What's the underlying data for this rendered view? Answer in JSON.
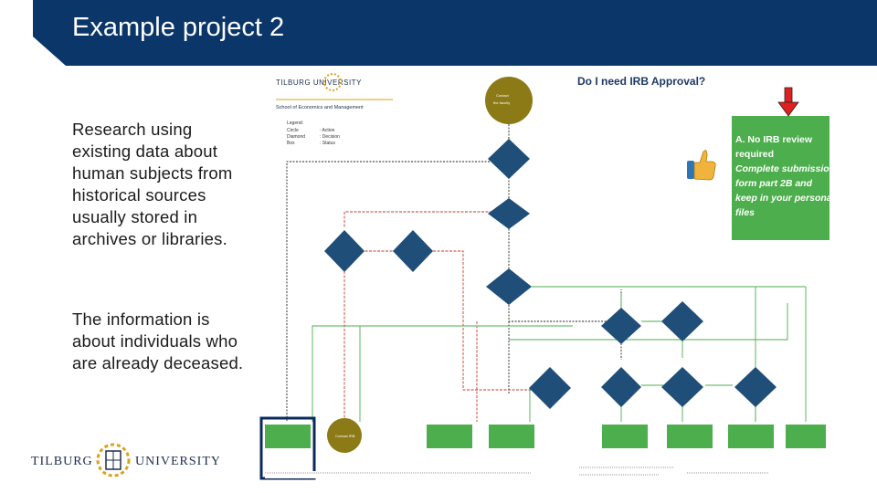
{
  "slide": {
    "title": "Example project 2",
    "paragraph1": "Research using existing data about human subjects from historical sources usually stored in archives or libraries.",
    "paragraph2": "The information is about individuals who are already deceased."
  },
  "logo": {
    "left_word": "TILBURG",
    "right_word": "UNIVERSITY"
  },
  "flowchart": {
    "title": "Do I need IRB Approval?",
    "school": "School of Economics and Management",
    "logo_text": "TILBURG UNIVERSITY",
    "legend": {
      "heading": "Legend:",
      "rows": [
        {
          "shape": "Circle",
          "meaning": ": Action"
        },
        {
          "shape": "Diamond",
          "meaning": ": Decision"
        },
        {
          "shape": "Box",
          "meaning": ": Status"
        }
      ]
    },
    "green_box": {
      "line1": "A. No IRB review",
      "line2": "required",
      "line3": "Complete submission",
      "line4": "form part 2B and",
      "line5": "keep in your personal",
      "line6": "files"
    },
    "thumbs_icon": "thumbs-up-icon",
    "arrow_icon": "down-arrow-icon",
    "colors": {
      "header_navy": "#0b3669",
      "decision_navy": "#1f4e79",
      "action_gold": "#8b7a16",
      "status_green": "#4cae4c",
      "highlight_border": "#0b2a5c",
      "arrow_red": "#e02020",
      "line_red": "#c0392b"
    }
  }
}
